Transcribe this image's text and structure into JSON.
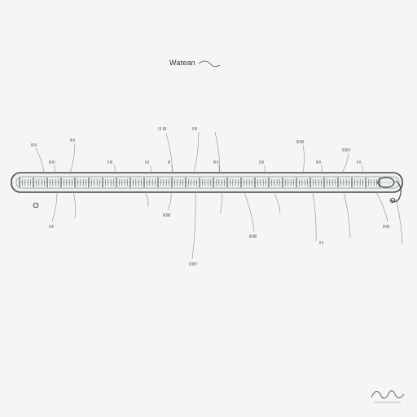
{
  "title": "Watean",
  "colors": {
    "background": "#f4f5f4",
    "ink": "#4a4e52",
    "faint_ink": "#8b9094",
    "bar_fill": "#eef0f0",
    "tick_dark": "#2f3336"
  },
  "labels": {
    "top_left_a": "ⅢⅣ",
    "top_left_b": "ⅢⅡ",
    "top_mid_a": "ⅠⅡ ⅢⅠ",
    "top_mid_b": "ⅡⅢ",
    "top_right_a": "ⅢⅡⅢ",
    "top_right_b": "ⅡⅢⅣ",
    "row_a_1": "ⅢⅣ",
    "row_a_2": "ⅡⅢ",
    "row_a_3": "ⅡⅡ",
    "row_a_4": "Ⅲ",
    "row_a_5": "ⅢⅡ",
    "row_a_6": "ⅡⅢ",
    "row_a_7": "ⅢⅡ",
    "row_a_8": "ⅡⅡ",
    "bottom_a": "ⅡⅢ",
    "bottom_b": "ⅢⅡⅢ",
    "bottom_c": "ⅢⅢⅡ",
    "bottom_d": "ⅡⅢⅣ",
    "bottom_e": "ⅡⅡ",
    "bottom_f": "ⅢⅡⅡ"
  },
  "signature_text": "PCLLAN"
}
